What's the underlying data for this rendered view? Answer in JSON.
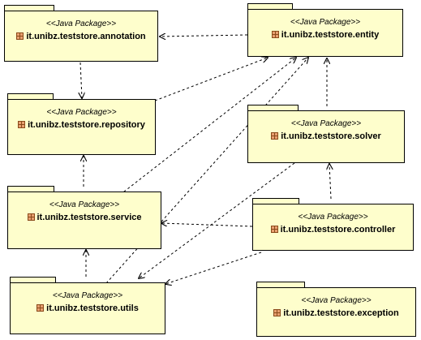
{
  "diagram": {
    "packages": [
      {
        "id": "annotation",
        "stereotype": "<<Java Package>>",
        "name": "it.unibz.teststore.annotation"
      },
      {
        "id": "entity",
        "stereotype": "<<Java Package>>",
        "name": "it.unibz.teststore.entity"
      },
      {
        "id": "repository",
        "stereotype": "<<Java Package>>",
        "name": "it.unibz.teststore.repository"
      },
      {
        "id": "solver",
        "stereotype": "<<Java Package>>",
        "name": "it.unibz.teststore.solver"
      },
      {
        "id": "service",
        "stereotype": "<<Java Package>>",
        "name": "it.unibz.teststore.service"
      },
      {
        "id": "controller",
        "stereotype": "<<Java Package>>",
        "name": "it.unibz.teststore.controller"
      },
      {
        "id": "utils",
        "stereotype": "<<Java Package>>",
        "name": "it.unibz.teststore.utils"
      },
      {
        "id": "exception",
        "stereotype": "<<Java Package>>",
        "name": "it.unibz.teststore.exception"
      }
    ],
    "dependencies": [
      {
        "from": "entity",
        "to": "annotation"
      },
      {
        "from": "annotation",
        "to": "repository"
      },
      {
        "from": "repository",
        "to": "entity"
      },
      {
        "from": "service",
        "to": "repository"
      },
      {
        "from": "service",
        "to": "entity"
      },
      {
        "from": "solver",
        "to": "entity"
      },
      {
        "from": "controller",
        "to": "solver"
      },
      {
        "from": "controller",
        "to": "service"
      },
      {
        "from": "controller",
        "to": "utils"
      },
      {
        "from": "utils",
        "to": "service"
      },
      {
        "from": "utils",
        "to": "entity"
      },
      {
        "from": "solver",
        "to": "utils"
      }
    ]
  }
}
